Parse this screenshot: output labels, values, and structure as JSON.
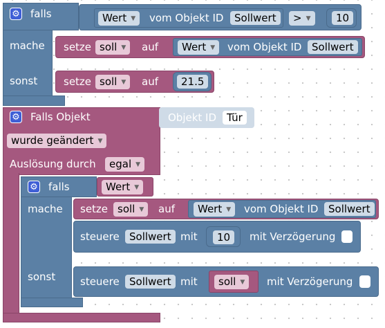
{
  "block1": {
    "if_label": "falls",
    "then_label": "mache",
    "else_label": "sonst",
    "condition": {
      "left": {
        "dropdown": "Wert",
        "text": "vom Objekt ID",
        "object": "Sollwert"
      },
      "operator": ">",
      "right": "10"
    },
    "then_stmt": {
      "verb": "setze",
      "var": "soll",
      "to": "auf",
      "dropdown": "Wert",
      "text": "vom Objekt ID",
      "object": "Sollwert"
    },
    "else_stmt": {
      "verb": "setze",
      "var": "soll",
      "to": "auf",
      "value": "21.5"
    }
  },
  "trigger": {
    "title": "Falls Objekt",
    "input_text": "Objekt ID",
    "input_value": "Tür",
    "event": "wurde geändert",
    "trigger_label": "Auslösung durch",
    "trigger_value": "egal"
  },
  "inner_if": {
    "if_label": "falls",
    "then_label": "mache",
    "else_label": "sonst",
    "condition_var": "Wert",
    "then_set": {
      "verb": "setze",
      "var": "soll",
      "to": "auf",
      "dropdown": "Wert",
      "text": "vom Objekt ID",
      "object": "Sollwert"
    },
    "then_control": {
      "verb": "steuere",
      "object": "Sollwert",
      "with": "mit",
      "value": "10",
      "delay": "mit Verzögerung"
    },
    "else_control": {
      "verb": "steuere",
      "object": "Sollwert",
      "with": "mit",
      "var": "soll",
      "delay": "mit Verzögerung"
    }
  },
  "colors": {
    "logic": "#5b80a5",
    "variables": "#a5587f",
    "gear": "#3f5fd6"
  },
  "icons": {
    "mutator": "gear-icon",
    "dropdown": "chevron-down-icon"
  }
}
